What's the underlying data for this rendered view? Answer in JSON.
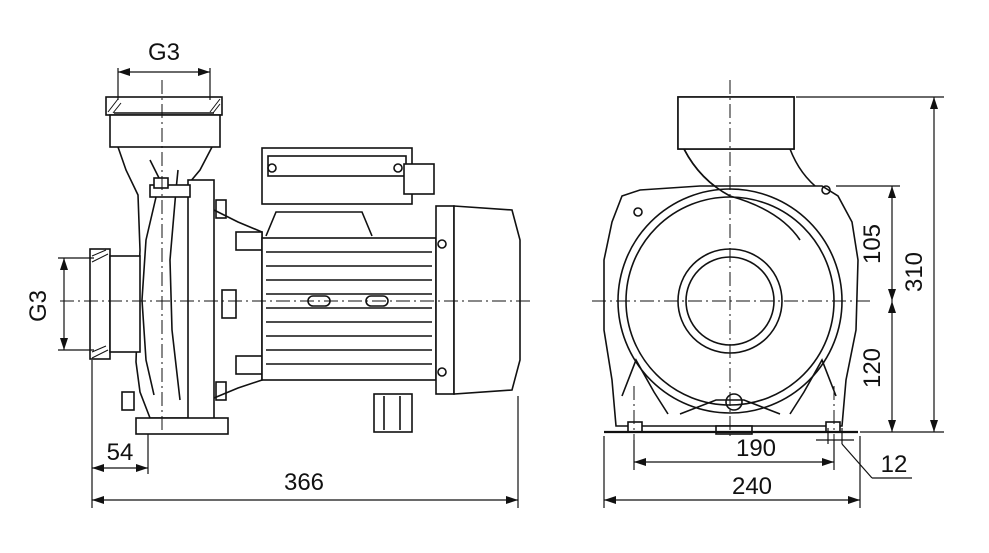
{
  "dimensions": {
    "outlet_top": "G3",
    "inlet_side": "G3",
    "inlet_offset": "54",
    "overall_length": "366",
    "height_upper": "105",
    "height_lower": "120",
    "total_height": "310",
    "foot_spacing": "190",
    "base_width": "240",
    "bolt_hole": "12"
  }
}
